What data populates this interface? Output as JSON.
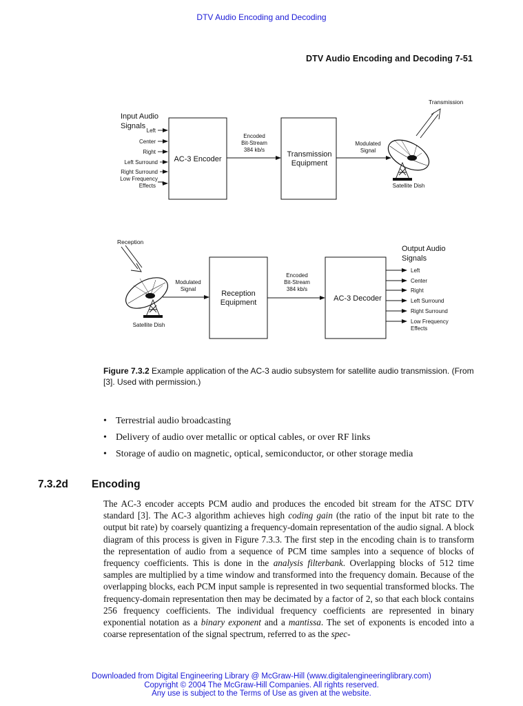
{
  "header": {
    "top_link": "DTV Audio Encoding and Decoding",
    "running_head": "DTV Audio Encoding and Decoding 7-51"
  },
  "figure_top": {
    "transmission_label": "Transmission",
    "input_title_line1": "Input Audio",
    "input_title_line2": "Signals",
    "inputs": [
      "Left",
      "Center",
      "Right",
      "Left Surround",
      "Right Surround",
      "Low Frequency",
      "Effects"
    ],
    "encoder_label": "AC-3 Encoder",
    "bitstream_line1": "Encoded",
    "bitstream_line2": "Bit-Stream",
    "bitstream_line3": "384 kb/s",
    "equipment_line1": "Transmission",
    "equipment_line2": "Equipment",
    "modulated_line1": "Modulated",
    "modulated_line2": "Signal",
    "dish_label": "Satellite Dish"
  },
  "figure_bottom": {
    "reception_label": "Reception",
    "modulated_line1": "Modulated",
    "modulated_line2": "Signal",
    "dish_label": "Satellite Dish",
    "equipment_line1": "Reception",
    "equipment_line2": "Equipment",
    "bitstream_line1": "Encoded",
    "bitstream_line2": "Bit-Stream",
    "bitstream_line3": "384 kb/s",
    "decoder_label": "AC-3 Decoder",
    "output_title_line1": "Output Audio",
    "output_title_line2": "Signals",
    "outputs": [
      "Left",
      "Center",
      "Right",
      "Left Surround",
      "Right Surround",
      "Low Frequency",
      "Effects"
    ]
  },
  "caption": {
    "label": "Figure 7.3.2",
    "text": "Example application of the AC-3 audio subsystem for satellite audio transmission. (From [3]. Used with permission.)"
  },
  "bullets": [
    "Terrestrial audio broadcasting",
    "Delivery of audio over metallic or optical cables, or over RF links",
    "Storage of audio on magnetic, optical, semiconductor, or other storage media"
  ],
  "section": {
    "number": "7.3.2d",
    "title": "Encoding"
  },
  "body": {
    "p1": "The AC-3 encoder accepts PCM audio and produces the encoded bit stream for the ATSC DTV standard [3]. The AC-3 algorithm achieves high ",
    "em1": "coding gain",
    "p2": " (the ratio of the input bit rate to the output bit rate) by coarsely quantizing a frequency-domain representation of the audio signal. A block diagram of this process is given in Figure 7.3.3. The first step in the encoding chain is to transform the representation of audio from a sequence of PCM time samples into a sequence of blocks of frequency coefficients. This is done in the ",
    "em2": "analysis filterbank",
    "p3": ". Overlapping blocks of 512 time samples are multiplied by a time window and transformed into the frequency domain. Because of the overlapping blocks, each PCM input sample is represented in two sequential transformed blocks. The frequency-domain representation then may be decimated by a factor of 2, so that each block contains 256 frequency coefficients. The individual frequency coefficients are represented in binary exponential notation as a ",
    "em3": "binary exponent",
    "p4": " and a ",
    "em4": "mantissa",
    "p5": ". The set of exponents is encoded into a coarse representation of the signal spectrum, referred to as the ",
    "em5": "spec-"
  },
  "footer": {
    "line1": "Downloaded from Digital Engineering Library @ McGraw-Hill (www.digitalengineeringlibrary.com)",
    "line2": "Copyright © 2004 The McGraw-Hill Companies. All rights reserved.",
    "line3": "Any use is subject to the Terms of Use as given at the website."
  }
}
